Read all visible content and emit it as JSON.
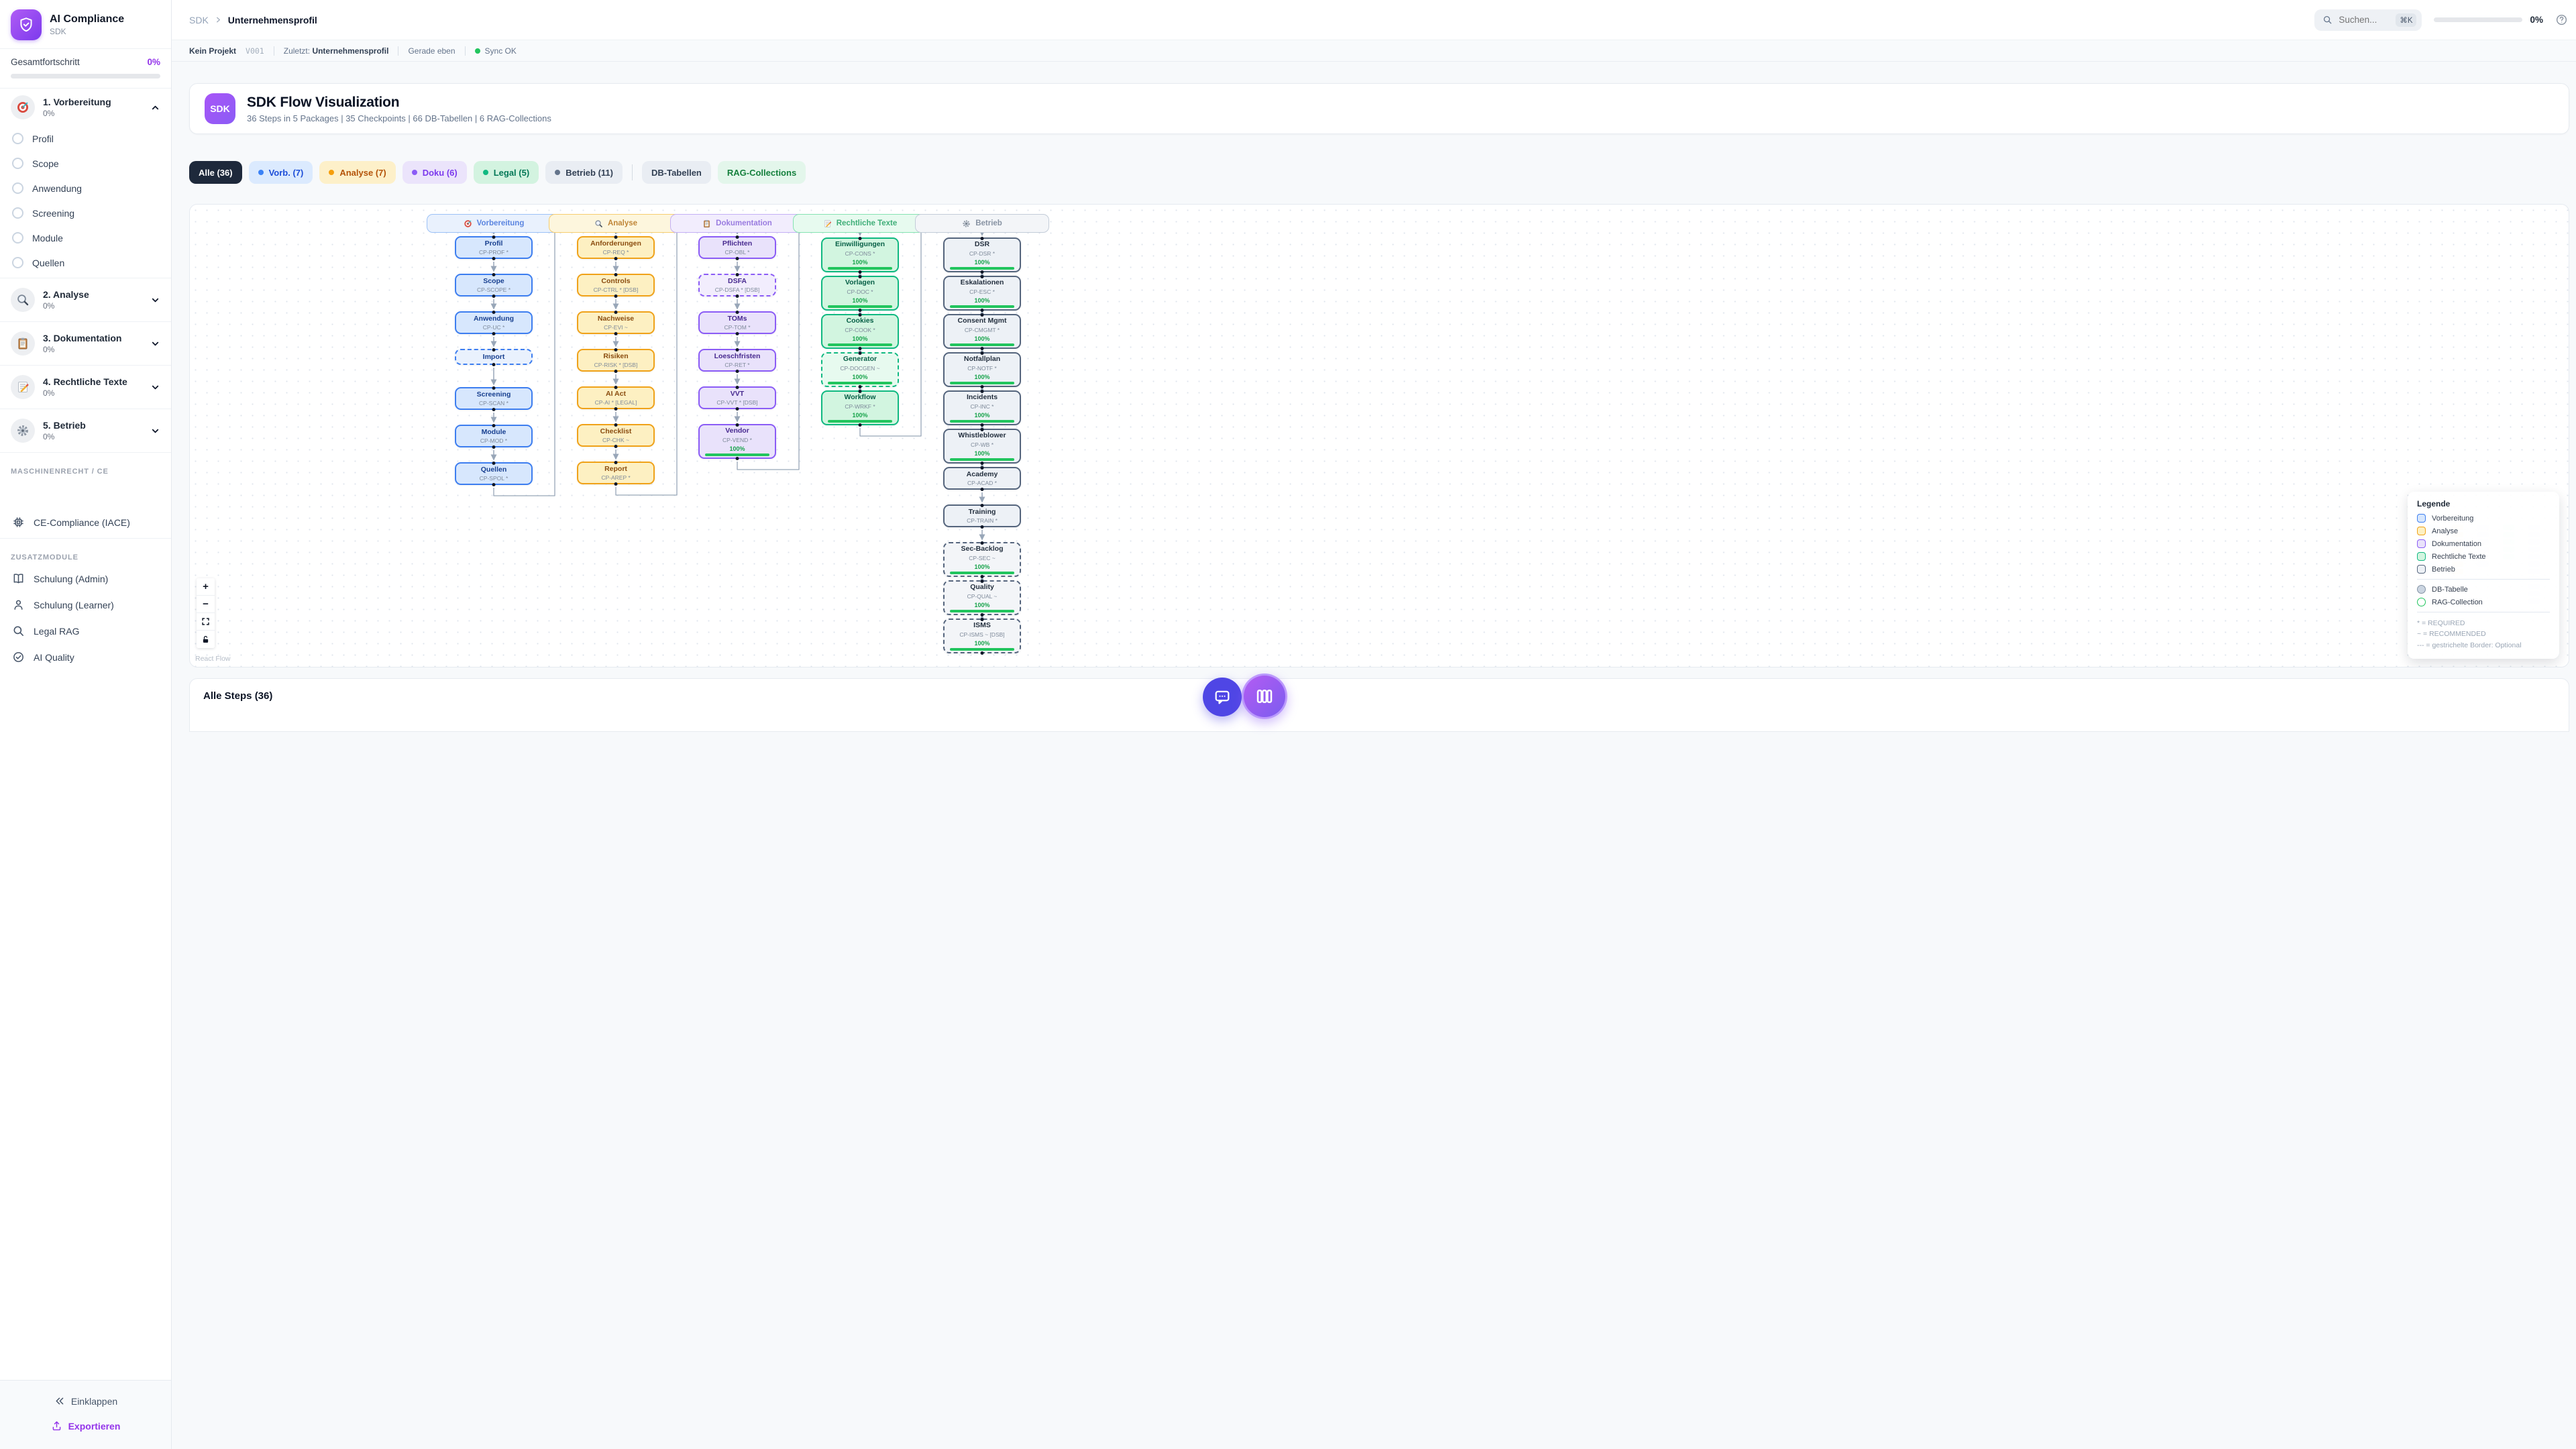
{
  "theme": {
    "accent": "#9333ea",
    "sync_dot": "#22c55e"
  },
  "app": {
    "title": "AI Compliance",
    "subtitle": "SDK"
  },
  "sidebar": {
    "overall": {
      "label": "Gesamtfortschritt",
      "value": "0%"
    },
    "sections": [
      {
        "title": "1. Vorbereitung",
        "pct": "0%",
        "icon": "target-icon",
        "expanded": true,
        "children": [
          {
            "label": "Profil"
          },
          {
            "label": "Scope"
          },
          {
            "label": "Anwendung"
          },
          {
            "label": "Screening"
          },
          {
            "label": "Module"
          },
          {
            "label": "Quellen"
          }
        ]
      },
      {
        "title": "2. Analyse",
        "pct": "0%",
        "icon": "magnifier-icon",
        "expanded": false
      },
      {
        "title": "3. Dokumentation",
        "pct": "0%",
        "icon": "clipboard-icon",
        "expanded": false
      },
      {
        "title": "4. Rechtliche Texte",
        "pct": "0%",
        "icon": "memo-icon",
        "expanded": false
      },
      {
        "title": "5. Betrieb",
        "pct": "0%",
        "icon": "gear-icon",
        "expanded": false
      }
    ],
    "groups": [
      {
        "label": "MASCHINENRECHT / CE",
        "items": [
          {
            "label": "CE-Compliance (IACE)",
            "icon": "chip-icon"
          }
        ]
      },
      {
        "label": "ZUSATZMODULE",
        "items": [
          {
            "label": "Schulung (Admin)",
            "icon": "book-icon"
          },
          {
            "label": "Schulung (Learner)",
            "icon": "person-icon"
          },
          {
            "label": "Legal RAG",
            "icon": "search-icon"
          },
          {
            "label": "AI Quality",
            "icon": "check-circle-icon"
          }
        ]
      }
    ],
    "footer": {
      "collapse": "Einklappen",
      "export": "Exportieren"
    }
  },
  "topbar": {
    "breadcrumb": [
      "SDK",
      "Unternehmensprofil"
    ],
    "search_placeholder": "Suchen...",
    "search_shortcut": "⌘K",
    "progress": "0%"
  },
  "statusbar": {
    "project": "Kein Projekt",
    "version": "V001",
    "last_label": "Zuletzt:",
    "last_value": "Unternehmensprofil",
    "time": "Gerade eben",
    "sync": "Sync OK"
  },
  "header": {
    "badge": "SDK",
    "title": "SDK Flow Visualization",
    "subtitle": "36 Steps in 5 Packages | 35 Checkpoints | 66 DB-Tabellen | 6 RAG-Collections"
  },
  "filters": {
    "items": [
      {
        "label": "Alle (36)",
        "bg": "#1e293b",
        "color": "#ffffff",
        "active": true
      },
      {
        "label": "Vorb. (7)",
        "bg": "#dbeafe",
        "color": "#1d4ed8",
        "dot": "#3b82f6"
      },
      {
        "label": "Analyse (7)",
        "bg": "#fdf0c9",
        "color": "#b45309",
        "dot": "#f59e0b"
      },
      {
        "label": "Doku (6)",
        "bg": "#ebe4fb",
        "color": "#7c3aed",
        "dot": "#8b5cf6"
      },
      {
        "label": "Legal (5)",
        "bg": "#d3f3e0",
        "color": "#047857",
        "dot": "#10b981"
      },
      {
        "label": "Betrieb (11)",
        "bg": "#e9edf3",
        "color": "#334155",
        "dot": "#64748b"
      },
      {
        "type": "divider"
      },
      {
        "label": "DB-Tabellen",
        "bg": "#e9edf3",
        "color": "#334155"
      },
      {
        "label": "RAG-Collections",
        "bg": "#e3f6eb",
        "color": "#15803d"
      }
    ]
  },
  "flow": {
    "edge_color": "#98a6b8",
    "progress_bar_color": "#22c55e",
    "progress_text_color": "#16a34a",
    "packages": [
      {
        "name": "Vorbereitung",
        "icon": "target-icon",
        "colors": {
          "node_bg": "#d7e7fd",
          "border": "#3d7ef0",
          "title": "#173f8f",
          "header_bg": "#e9f1fd",
          "header_border": "#9cc1f7",
          "header_text": "#5b85e0"
        },
        "nodes": [
          {
            "title": "Profil",
            "code": "CP-PROF *"
          },
          {
            "title": "Scope",
            "code": "CP-SCOPE *"
          },
          {
            "title": "Anwendung",
            "code": "CP-UC *"
          },
          {
            "title": "Import",
            "dashed": true
          },
          {
            "title": "Screening",
            "code": "CP-SCAN *"
          },
          {
            "title": "Module",
            "code": "CP-MOD *"
          },
          {
            "title": "Quellen",
            "code": "CP-SPOL *"
          }
        ]
      },
      {
        "name": "Analyse",
        "icon": "magnifier-icon",
        "colors": {
          "node_bg": "#fdf0c2",
          "border": "#f0a219",
          "title": "#8a4c0f",
          "header_bg": "#fdf6dd",
          "header_border": "#f6cd6f",
          "header_text": "#c08638"
        },
        "nodes": [
          {
            "title": "Anforderungen",
            "code": "CP-REQ *"
          },
          {
            "title": "Controls",
            "code": "CP-CTRL * [DSB]"
          },
          {
            "title": "Nachweise",
            "code": "CP-EVI ~"
          },
          {
            "title": "Risiken",
            "code": "CP-RISK * [DSB]"
          },
          {
            "title": "AI Act",
            "code": "CP-AI * [LEGAL]"
          },
          {
            "title": "Checklist",
            "code": "CP-CHK ~"
          },
          {
            "title": "Report",
            "code": "CP-AREP *"
          }
        ]
      },
      {
        "name": "Dokumentation",
        "icon": "clipboard-icon",
        "colors": {
          "node_bg": "#e9e2fb",
          "border": "#8b5cf6",
          "title": "#47298f",
          "header_bg": "#f2edfd",
          "header_border": "#c4b0f5",
          "header_text": "#9a7ce0"
        },
        "nodes": [
          {
            "title": "Pflichten",
            "code": "CP-OBL *"
          },
          {
            "title": "DSFA",
            "code": "CP-DSFA * [DSB]",
            "dashed": true
          },
          {
            "title": "TOMs",
            "code": "CP-TOM *"
          },
          {
            "title": "Loeschfristen",
            "code": "CP-RET *"
          },
          {
            "title": "VVT",
            "code": "CP-VVT * [DSB]"
          },
          {
            "title": "Vendor",
            "code": "CP-VEND *",
            "progress": "100%"
          }
        ]
      },
      {
        "name": "Rechtliche Texte",
        "icon": "memo-icon",
        "colors": {
          "node_bg": "#d2f5e0",
          "border": "#10b981",
          "title": "#065f46",
          "header_bg": "#e7faef",
          "header_border": "#86e3b2",
          "header_text": "#3fae78"
        },
        "nodes": [
          {
            "title": "Einwilligungen",
            "code": "CP-CONS *",
            "progress": "100%"
          },
          {
            "title": "Vorlagen",
            "code": "CP-DOC *",
            "progress": "100%"
          },
          {
            "title": "Cookies",
            "code": "CP-COOK *",
            "progress": "100%"
          },
          {
            "title": "Generator",
            "code": "CP-DOCGEN ~",
            "progress": "100%",
            "dashed": true
          },
          {
            "title": "Workflow",
            "code": "CP-WRKF *",
            "progress": "100%"
          }
        ]
      },
      {
        "name": "Betrieb",
        "icon": "gear-icon",
        "colors": {
          "node_bg": "#edf1f6",
          "border": "#55657d",
          "title": "#24303f",
          "header_bg": "#f3f5f8",
          "header_border": "#c3ccd8",
          "header_text": "#8893a3"
        },
        "nodes": [
          {
            "title": "DSR",
            "code": "CP-DSR *",
            "progress": "100%"
          },
          {
            "title": "Eskalationen",
            "code": "CP-ESC *",
            "progress": "100%"
          },
          {
            "title": "Consent Mgmt",
            "code": "CP-CMGMT *",
            "progress": "100%"
          },
          {
            "title": "Notfallplan",
            "code": "CP-NOTF *",
            "progress": "100%"
          },
          {
            "title": "Incidents",
            "code": "CP-INC *",
            "progress": "100%"
          },
          {
            "title": "Whistleblower",
            "code": "CP-WB *",
            "progress": "100%"
          },
          {
            "title": "Academy",
            "code": "CP-ACAD *"
          },
          {
            "title": "Training",
            "code": "CP-TRAIN *"
          },
          {
            "title": "Sec-Backlog",
            "code": "CP-SEC ~",
            "progress": "100%",
            "dashed": true
          },
          {
            "title": "Quality",
            "code": "CP-QUAL ~",
            "progress": "100%",
            "dashed": true
          },
          {
            "title": "ISMS",
            "code": "CP-ISMS ~ [DSB]",
            "progress": "100%",
            "dashed": true
          }
        ]
      }
    ],
    "legend": {
      "title": "Legende",
      "db_label": "DB-Tabelle",
      "rag_label": "RAG-Collection",
      "notes": [
        "* = REQUIRED",
        "~ = RECOMMENDED",
        "--- = gestrichelte Border: Optional"
      ]
    },
    "attribution": "React Flow"
  },
  "bottom": {
    "heading": "Alle Steps (36)"
  },
  "fab": {
    "chat_color": "#4f46e5",
    "board_from": "#b35cf2",
    "board_to": "#7c5cf0"
  }
}
